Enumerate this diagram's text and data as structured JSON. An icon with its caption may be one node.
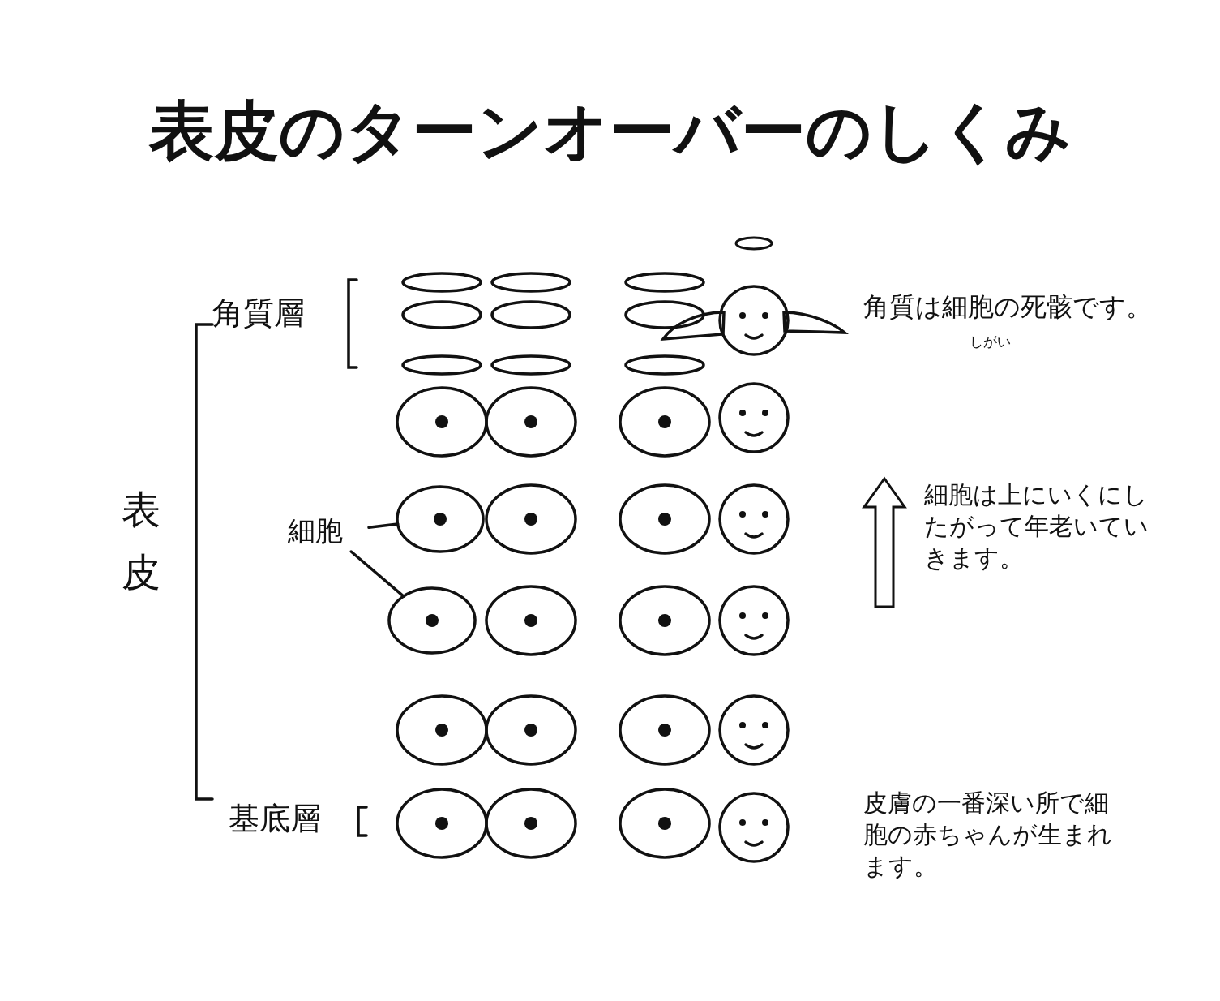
{
  "diagram": {
    "title": "表皮のターンオーバーのしくみ",
    "nodes": [
      {
        "text": [
          "細胞"
        ]
      },
      {
        "text": [],
        "shape": "circle"
      },
      {
        "text": [],
        "shape": "circle"
      }
    ],
    "edges": [
      {
        "from": 0,
        "to": 1,
        "arrow": "none"
      },
      {
        "from": 0,
        "to": 2,
        "arrow": "none"
      }
    ],
    "labels": [
      "角質層",
      "角質は細胞の死骸です。",
      "しがい",
      "表皮",
      "細胞は上にいくにしたがって年老いていきます。",
      "基底層",
      "皮膚の一番深い所で細胞の赤ちゃんが生まれます。"
    ]
  }
}
